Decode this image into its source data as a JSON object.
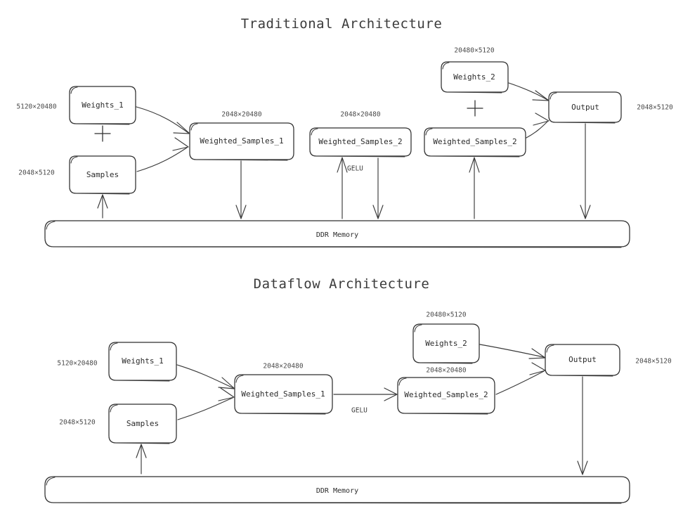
{
  "page": {
    "background": "#ffffff",
    "ink": "#2f2f2f",
    "fill_blue": "#d7eaf6",
    "fill_white": "#ffffff"
  },
  "sections": [
    {
      "id": "traditional",
      "title": "Traditional Architecture",
      "memory_label": "DDR Memory",
      "nodes": [
        {
          "id": "t-weights1",
          "label": "Weights_1",
          "dim": "5120×20480",
          "dim_pos": "left",
          "filled": false
        },
        {
          "id": "t-samples",
          "label": "Samples",
          "dim": "2048×5120",
          "dim_pos": "left",
          "filled": false
        },
        {
          "id": "t-ws1",
          "label": "Weighted_Samples_1",
          "dim": "2048×20480",
          "dim_pos": "top",
          "filled": false
        },
        {
          "id": "t-ws2a",
          "label": "Weighted_Samples_2",
          "dim": "2048×20480",
          "dim_pos": "top",
          "filled": false
        },
        {
          "id": "t-ws2b",
          "label": "Weighted_Samples_2",
          "dim": "",
          "dim_pos": "none",
          "filled": false
        },
        {
          "id": "t-weights2",
          "label": "Weights_2",
          "dim": "20480×5120",
          "dim_pos": "top",
          "filled": false
        },
        {
          "id": "t-output",
          "label": "Output",
          "dim": "2048×5120",
          "dim_pos": "right",
          "filled": false
        }
      ],
      "operators": [
        "+",
        "+"
      ],
      "edge_labels": [
        "GELU"
      ]
    },
    {
      "id": "dataflow",
      "title": "Dataflow Architecture",
      "memory_label": "DDR Memory",
      "nodes": [
        {
          "id": "d-weights1",
          "label": "Weights_1",
          "dim": "5120×20480",
          "dim_pos": "left",
          "filled": true
        },
        {
          "id": "d-samples",
          "label": "Samples",
          "dim": "2048×5120",
          "dim_pos": "left",
          "filled": true
        },
        {
          "id": "d-ws1",
          "label": "Weighted_Samples_1",
          "dim": "2048×20480",
          "dim_pos": "top",
          "filled": true
        },
        {
          "id": "d-ws2",
          "label": "Weighted_Samples_2",
          "dim": "2048×20480",
          "dim_pos": "top",
          "filled": true
        },
        {
          "id": "d-weights2",
          "label": "Weights_2",
          "dim": "20480×5120",
          "dim_pos": "top",
          "filled": true
        },
        {
          "id": "d-output",
          "label": "Output",
          "dim": "2048×5120",
          "dim_pos": "right",
          "filled": false
        }
      ],
      "operators": [],
      "edge_labels": [
        "GELU"
      ]
    }
  ]
}
